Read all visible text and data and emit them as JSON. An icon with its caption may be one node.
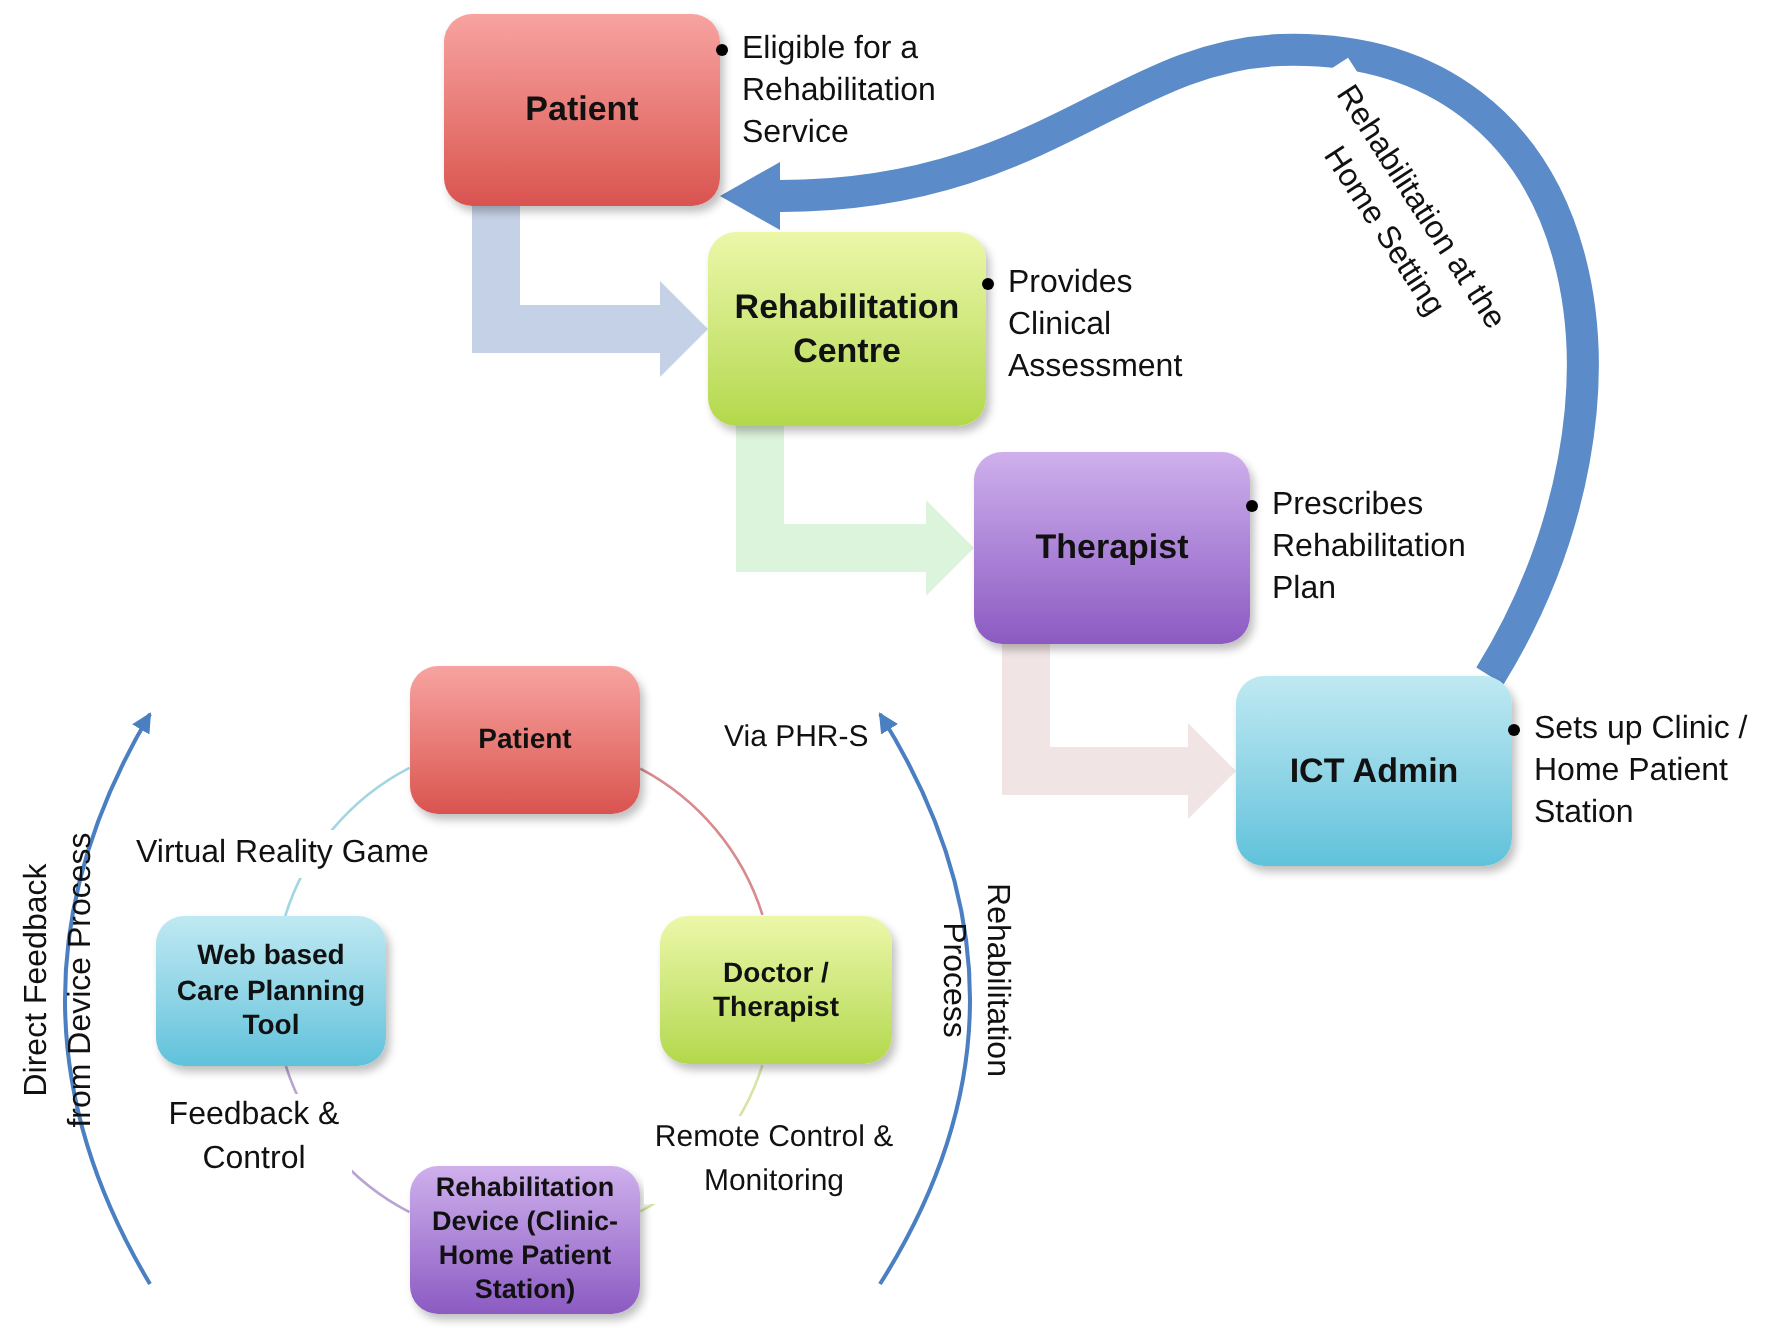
{
  "diagram": {
    "nodes": [
      {
        "text": [
          "Patient"
        ],
        "beside": [
          "Eligible for a Rehabilitation Service"
        ]
      },
      {
        "text": [
          "Rehabilitation Centre"
        ],
        "beside": [
          "Provides Clinical Assessment"
        ]
      },
      {
        "text": [
          "Therapist"
        ],
        "beside": [
          "Prescribes Rehabilitation Plan"
        ]
      },
      {
        "text": [
          "ICT Admin"
        ],
        "beside": [
          "Sets up Clinic / Home Patient Station"
        ]
      },
      {
        "text": [
          "Patient"
        ]
      },
      {
        "text": [
          "Doctor / Therapist"
        ]
      },
      {
        "text": [
          "Rehabilitation Device (Clinic-Home Patient Station)"
        ]
      },
      {
        "text": [
          "Web based Care Planning Tool"
        ]
      }
    ],
    "edges": [
      {
        "from": 0,
        "to": 1,
        "arrow": "to",
        "style": "thick",
        "color": "#c5d1e6"
      },
      {
        "from": 1,
        "to": 2,
        "arrow": "to",
        "style": "thick",
        "color": "#dcf3dc"
      },
      {
        "from": 2,
        "to": 3,
        "arrow": "to",
        "style": "thick",
        "color": "#f1e4e4"
      },
      {
        "from": 3,
        "to": 0,
        "arrow": "to",
        "style": "thick",
        "color": "#5b8bc8",
        "label": "Rehabilitation at the Home Setting"
      },
      {
        "from": 4,
        "to": 5,
        "arrow": "none",
        "color": "#d98a8c",
        "label": "Via PHR-S"
      },
      {
        "from": 5,
        "to": 6,
        "arrow": "none",
        "color": "#d5e5a5",
        "label": "Remote Control & Monitoring"
      },
      {
        "from": 6,
        "to": 7,
        "arrow": "none",
        "color": "#b9a3d3",
        "label": "Feedback & Control"
      },
      {
        "from": 7,
        "to": 4,
        "arrow": "none",
        "color": "#a3d6e3",
        "label": "Virtual Reality Game"
      }
    ],
    "labels": [
      "Direct Feedback from Device Process",
      "Rehabilitation Process"
    ]
  }
}
